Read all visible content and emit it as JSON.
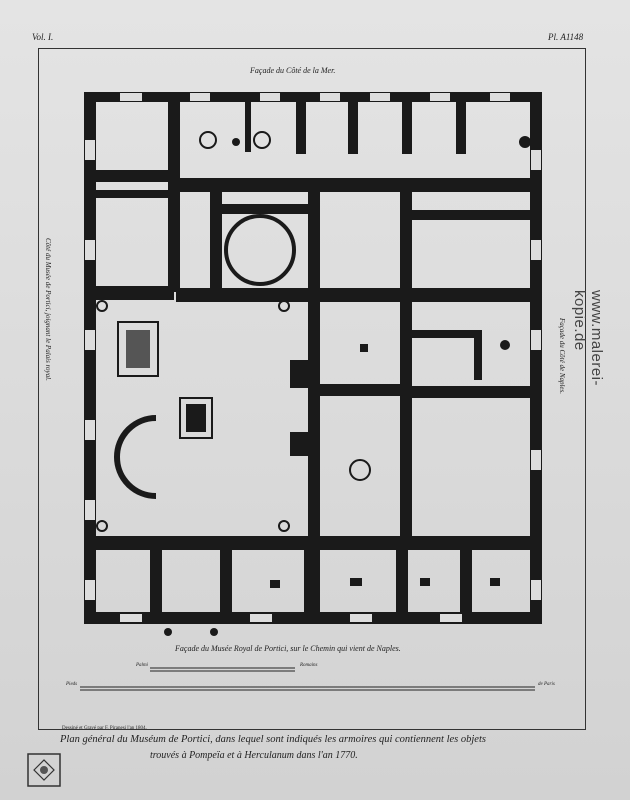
{
  "plate": {
    "volume": "Vol. I.",
    "number": "Pl. A1148"
  },
  "facades": {
    "sea": "Façade du Côté de la Mer.",
    "west": "Côté du Musée de Portici, joignant le Palais royal.",
    "east": "Façade du Côté de Naples.",
    "south": "Façade du Musée Royal de Portici,    sur le Chemin qui vient de Naples."
  },
  "scale": {
    "upper_left": "Palmi",
    "upper_right": "Romains",
    "lower_left": "Pieds",
    "lower_right": "de Paris"
  },
  "credit": "Dessiné et Gravé par F. Piranesi l'an 1804.",
  "title": {
    "line1": "Plan général du Muséum de Portici, dans lequel sont indiqués les armoires qui contiennent les objets",
    "line2": "trouvés à Pompeïa et à Herculanum dans l'an 1770."
  },
  "watermark": "www.malerei-kopie.de",
  "colors": {
    "wall": "#1a1a1a",
    "paper": "#dddddd"
  }
}
